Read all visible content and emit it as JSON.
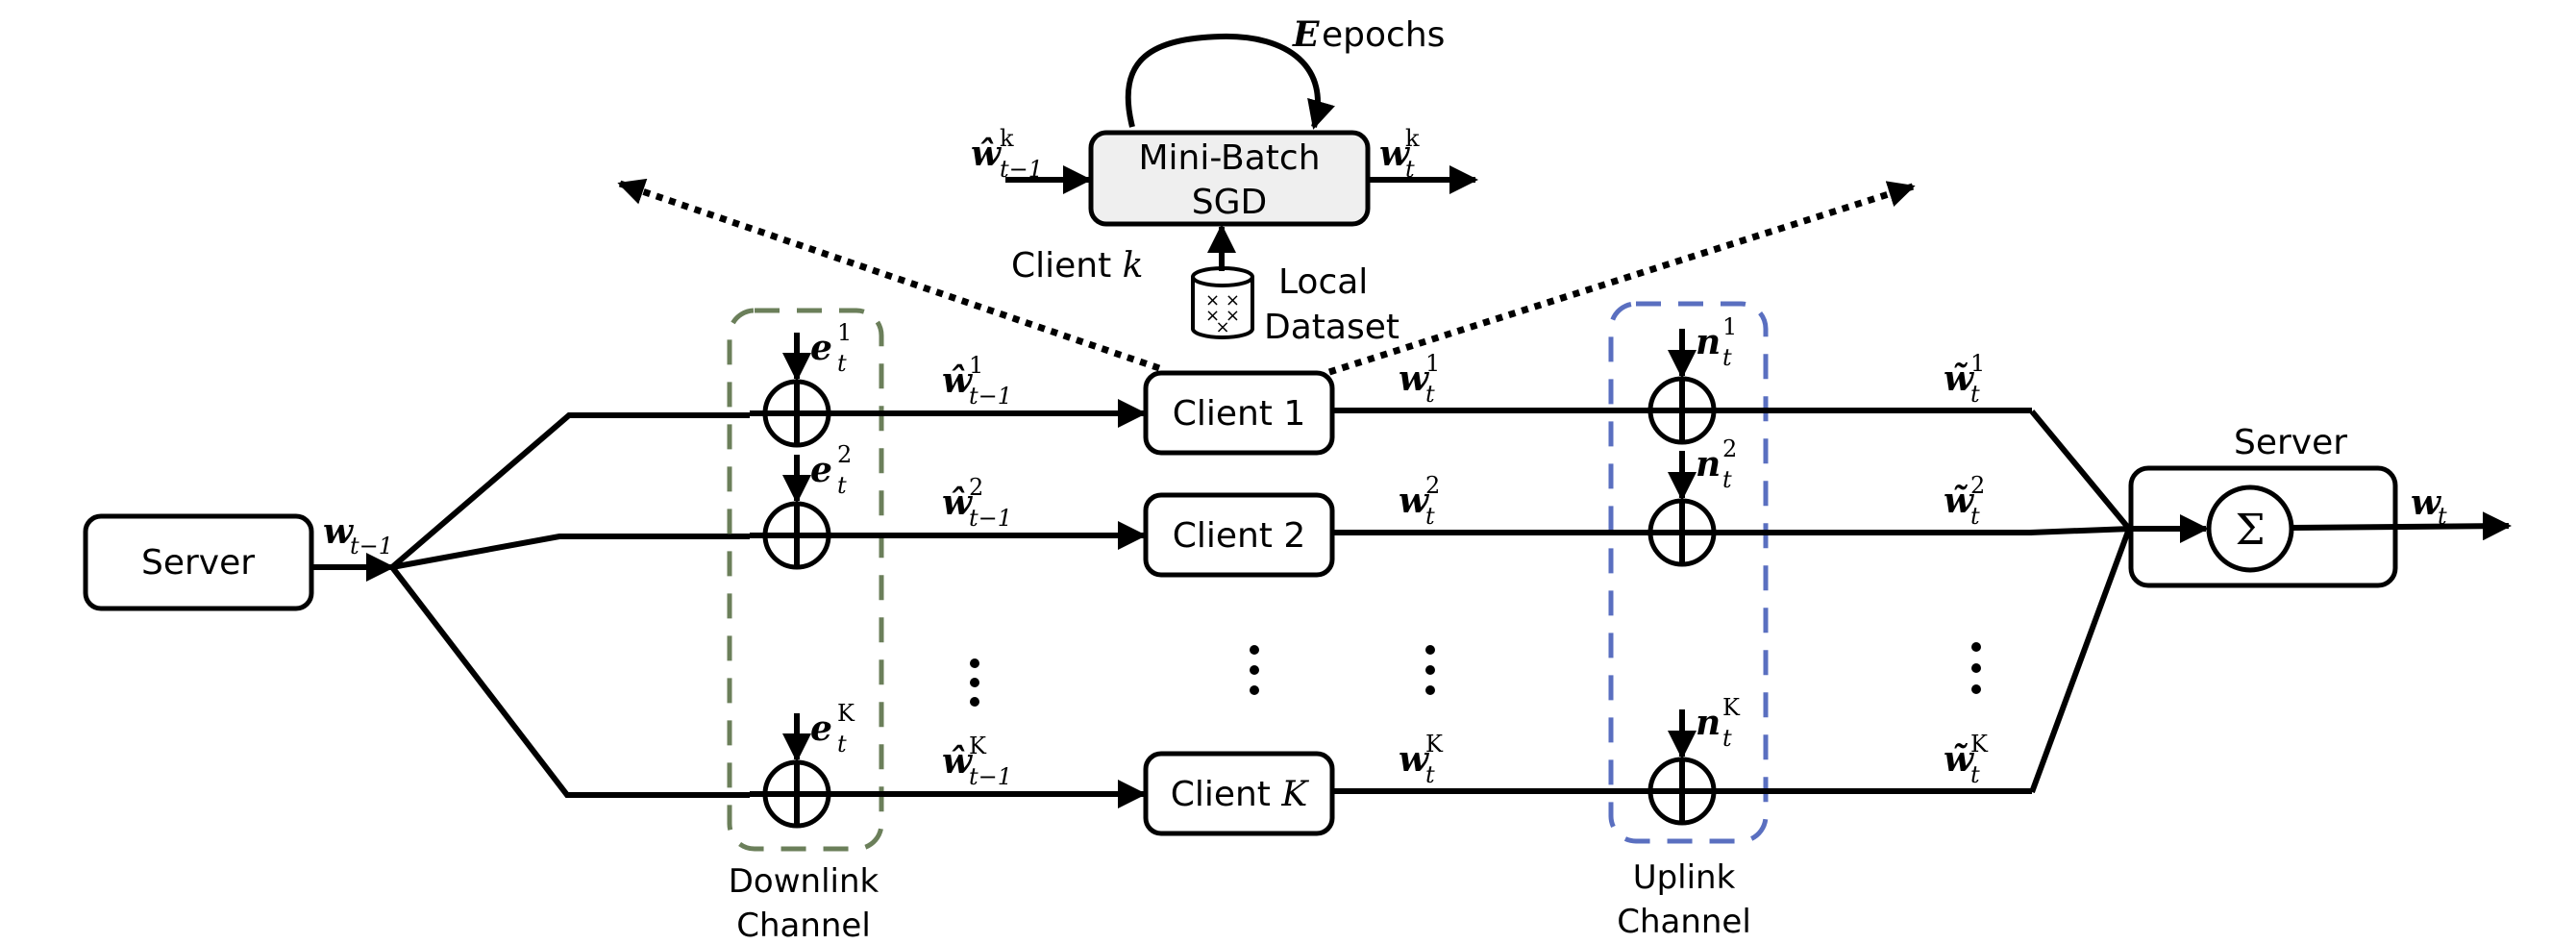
{
  "diagram": {
    "title": "Federated learning with noisy downlink and uplink channels",
    "colors": {
      "downlink_box": "#6b7f5a",
      "uplink_box": "#5a6fc0",
      "sgd_fill": "#efefef",
      "ink": "#000000"
    },
    "server_left": {
      "label": "Server",
      "output": {
        "base": "w",
        "sub": "t−1"
      }
    },
    "client_detail": {
      "box_line1": "Mini-Batch",
      "box_line2": "SGD",
      "loop_label_var": "E",
      "loop_label_text": " epochs",
      "input": {
        "base": "ŵ",
        "sup": "k",
        "sub": "t−1"
      },
      "output": {
        "base": "w",
        "sup": "k",
        "sub": "t"
      },
      "client_label": "Client ",
      "client_var": "k",
      "dataset_line1": "Local",
      "dataset_line2": "Dataset"
    },
    "rows": [
      {
        "client": "Client 1",
        "client_var": "",
        "noise_down": {
          "base": "e",
          "sup": "1",
          "sub": "t"
        },
        "received": {
          "base": "ŵ",
          "sup": "1",
          "sub": "t−1"
        },
        "local": {
          "base": "w",
          "sup": "1",
          "sub": "t"
        },
        "noise_up": {
          "base": "n",
          "sup": "1",
          "sub": "t"
        },
        "uplinked": {
          "base": "w̃",
          "sup": "1",
          "sub": "t"
        }
      },
      {
        "client": "Client 2",
        "client_var": "",
        "noise_down": {
          "base": "e",
          "sup": "2",
          "sub": "t"
        },
        "received": {
          "base": "ŵ",
          "sup": "2",
          "sub": "t−1"
        },
        "local": {
          "base": "w",
          "sup": "2",
          "sub": "t"
        },
        "noise_up": {
          "base": "n",
          "sup": "2",
          "sub": "t"
        },
        "uplinked": {
          "base": "w̃",
          "sup": "2",
          "sub": "t"
        }
      },
      {
        "client": "Client ",
        "client_var": "K",
        "noise_down": {
          "base": "e",
          "sup": "K",
          "sub": "t"
        },
        "received": {
          "base": "ŵ",
          "sup": "K",
          "sub": "t−1"
        },
        "local": {
          "base": "w",
          "sup": "K",
          "sub": "t"
        },
        "noise_up": {
          "base": "n",
          "sup": "K",
          "sub": "t"
        },
        "uplinked": {
          "base": "w̃",
          "sup": "K",
          "sub": "t"
        }
      }
    ],
    "ellipsis": "⋮",
    "downlink_label_line1": "Downlink",
    "downlink_label_line2": "Channel",
    "uplink_label_line1": "Uplink",
    "uplink_label_line2": "Channel",
    "server_right": {
      "label": "Server",
      "aggregator": "Σ",
      "output": {
        "base": "w",
        "sub": "t"
      }
    }
  }
}
